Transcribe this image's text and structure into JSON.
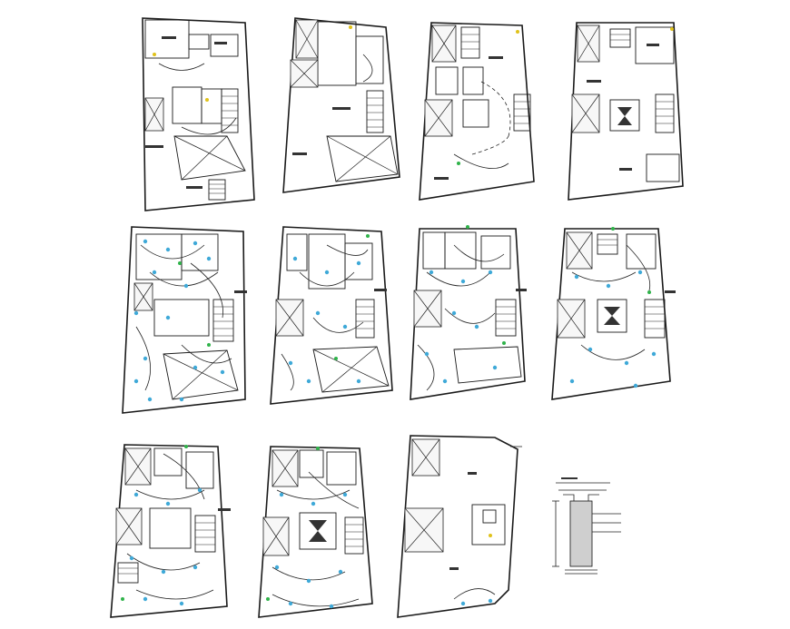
{
  "drawing": {
    "type": "electrical layout floor plans",
    "plan_count": 11,
    "detail_count": 1,
    "colors": {
      "background": "#ffffff",
      "linework": "#1a1a1a",
      "fixture_primary": "#3fa9d8",
      "fixture_secondary": "#2fb34a",
      "fixture_accent": "#e0c21a"
    }
  }
}
